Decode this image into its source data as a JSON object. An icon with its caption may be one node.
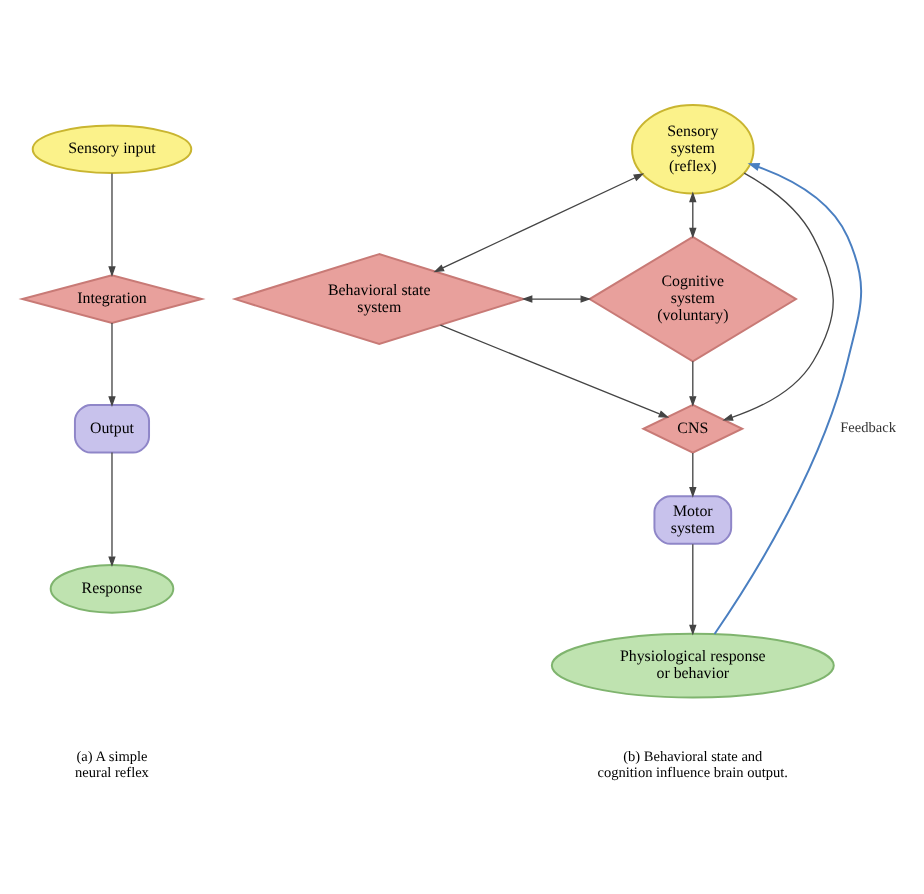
{
  "diagram": {
    "nodes": [
      {
        "text": [
          "Sensory input"
        ]
      },
      {
        "text": [
          "Integration"
        ]
      },
      {
        "text": [
          "Output"
        ]
      },
      {
        "text": [
          "Response"
        ]
      },
      {
        "text": [
          "Sensory system (reflex)"
        ]
      },
      {
        "text": [
          "Behavioral state system"
        ]
      },
      {
        "text": [
          "Cognitive system (voluntary)"
        ]
      },
      {
        "text": [
          "CNS"
        ]
      },
      {
        "text": [
          "Motor system"
        ]
      },
      {
        "text": [
          "Physiological response or behavior"
        ]
      }
    ],
    "edges": [
      {
        "from": 0,
        "to": 1,
        "arrow": "to"
      },
      {
        "from": 1,
        "to": 2,
        "arrow": "to"
      },
      {
        "from": 2,
        "to": 3,
        "arrow": "to"
      },
      {
        "from": 9,
        "to": 4,
        "arrow": "to",
        "label": "Feedback",
        "color": "#4a7fc1"
      },
      {
        "from": 4,
        "to": 5,
        "arrow": "both"
      },
      {
        "from": 4,
        "to": 6,
        "arrow": "both"
      },
      {
        "from": 5,
        "to": 6,
        "arrow": "both"
      },
      {
        "from": 4,
        "to": 7,
        "arrow": "to"
      },
      {
        "from": 5,
        "to": 7,
        "arrow": "to"
      },
      {
        "from": 6,
        "to": 7,
        "arrow": "to"
      },
      {
        "from": 7,
        "to": 8,
        "arrow": "to"
      },
      {
        "from": 8,
        "to": 9,
        "arrow": "to"
      }
    ],
    "labels": [
      "(a) A simple neural reflex",
      "(b) Behavioral state and cognition influence brain output."
    ]
  }
}
